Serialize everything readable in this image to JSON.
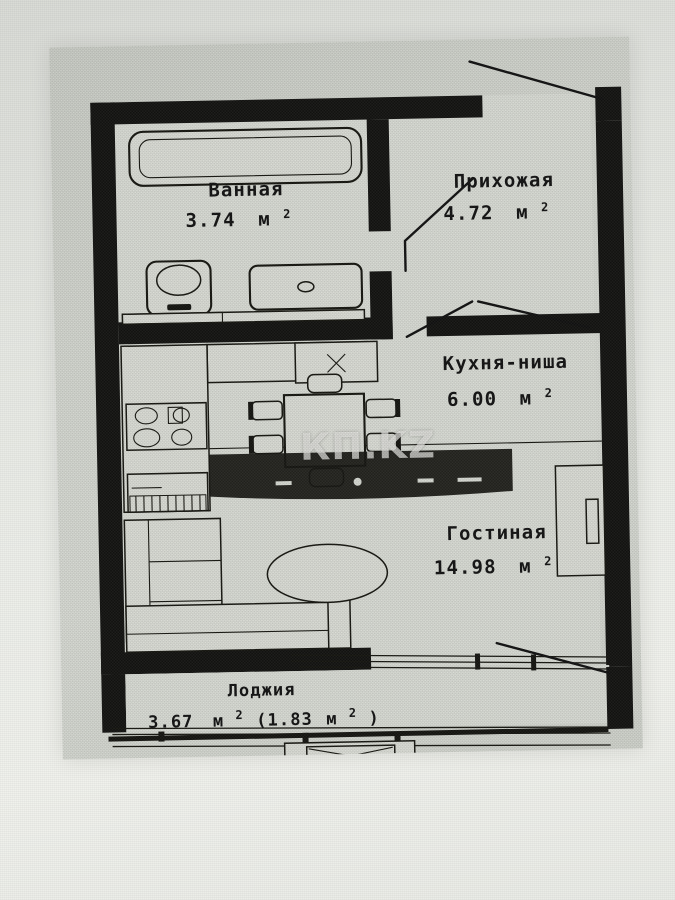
{
  "document": {
    "kind": "apartment-floor-plan",
    "language": "ru",
    "watermark": "КП.KZ"
  },
  "rooms": [
    {
      "id": "bathroom",
      "name": "Ванная",
      "area": "3.74",
      "unit": "м",
      "sup": "2"
    },
    {
      "id": "hallway",
      "name": "Прихожая",
      "area": "4.72",
      "unit": "м",
      "sup": "2"
    },
    {
      "id": "kitchen",
      "name": "Кухня-ниша",
      "area": "6.00",
      "unit": "м",
      "sup": "2"
    },
    {
      "id": "living",
      "name": "Гостиная",
      "area": "14.98",
      "unit": "м",
      "sup": "2"
    }
  ],
  "loggia": {
    "name": "Лоджия",
    "area": "3.67",
    "unit": "м",
    "sup": "2",
    "reduced_open": "(1.83 ",
    "reduced_close": ")"
  },
  "colors": {
    "wall": "#121210",
    "floor": "#d6d9d2",
    "ink": "#15150f",
    "paper": "#d2d5ce",
    "backdrop": "#eceee9"
  }
}
